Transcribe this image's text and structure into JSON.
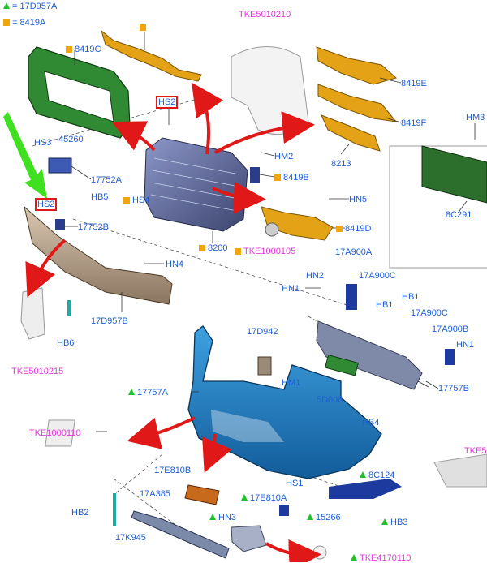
{
  "legend": {
    "green": {
      "label": "= 17D957A",
      "color": "#22c02b"
    },
    "orange": {
      "label": "= 8419A",
      "color": "#f0a70f"
    }
  },
  "labels": {
    "tke5010210": "TKE5010210",
    "b8419c": "8419C",
    "b8419e": "8419E",
    "b8419f": "8419F",
    "l8213": "8213",
    "hm3": "HM3",
    "hs2_top": "HS2",
    "hs3": "HS3",
    "l45260": "45260",
    "l17752a": "17752A",
    "hb5": "HB5",
    "hm2": "HM2",
    "b8419b": "8419B",
    "hs2_left": "HS2",
    "hs4": "HS4",
    "hn5": "HN5",
    "l17752b": "17752B",
    "b8419d": "8419D",
    "l8c291": "8C291",
    "b8200": "8200",
    "tke1000105": "TKE1000105",
    "hn4": "HN4",
    "l17a900a": "17A900A",
    "hn2": "HN2",
    "l17a900c_1": "17A900C",
    "hn1_top": "HN1",
    "hb1_1": "HB1",
    "hb1_2": "HB1",
    "l17a900c_2": "17A900C",
    "l17d957b": "17D957B",
    "l17d942": "17D942",
    "l17a900b": "17A900B",
    "hn1_right": "HN1",
    "hb6": "HB6",
    "tke5010215": "TKE5010215",
    "hm1": "HM1",
    "t17757a": "17757A",
    "l17757b": "17757B",
    "l5d008": "5D008",
    "hb4": "HB4",
    "tke1000110": "TKE1000110",
    "tke5_partial": "TKE5",
    "l17e810b": "17E810B",
    "t8c124": "8C124",
    "hs1": "HS1",
    "l17a385": "17A385",
    "t17e810a": "17E810A",
    "hb2": "HB2",
    "thn3": "HN3",
    "t15266": "15266",
    "thb3": "HB3",
    "l17k945": "17K945",
    "ttke4170110": "TKE4170110"
  },
  "colors": {
    "blue_label": "#1f5fd6",
    "magenta_label": "#e23ad9",
    "arrow_red": "#e01818",
    "arrow_green": "#3fe020",
    "part_orange": "#e4a316",
    "part_green": "#2f8a33",
    "part_blue": "#1f7ec4",
    "part_navy": "#1d3b9e"
  }
}
